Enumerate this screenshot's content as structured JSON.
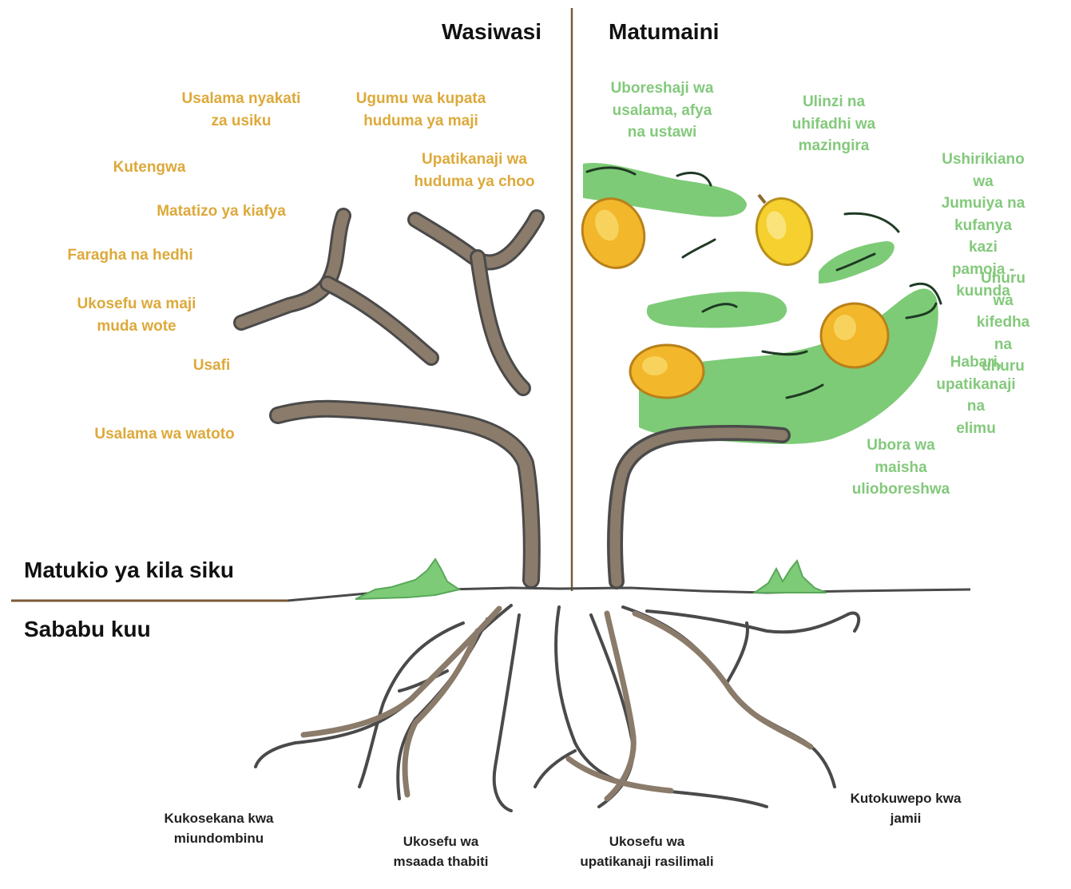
{
  "headings": {
    "worries": "Wasiwasi",
    "hopes": "Matumaini",
    "daily_events": "Matukio ya kila siku",
    "root_causes": "Sababu kuu"
  },
  "worries": [
    "Usalama nyakati\nza usiku",
    "Ugumu wa kupata\nhuduma ya maji",
    "Kutengwa",
    "Upatikanaji wa\nhuduma ya choo",
    "Matatizo ya kiafya",
    "Faragha na hedhi",
    "Ukosefu wa maji\nmuda wote",
    "Usafi",
    "Usalama wa watoto"
  ],
  "hopes": [
    "Uboreshaji wa\nusalama, afya\nna ustawi",
    "Ulinzi na\nuhifadhi wa\nmazingira",
    "Ushirikiano wa\nJumuiya na\nkufanya kazi\npamoja - kuunda",
    "Uhuru wa\nkifedha na\nuhuru",
    "Habari,\nupatikanaji na\nelimu",
    "Ubora wa\nmaisha\nulioboreshwa"
  ],
  "root_causes": [
    "Kukosekana kwa\nmiundombinu",
    "Ukosefu wa\nmsaada thabiti",
    "Ukosefu wa\nupatikanaji rasilimali",
    "Kutokuwepo kwa\njamii"
  ],
  "colors": {
    "worry_text": "#DDA93A",
    "hope_text": "#84C97C",
    "branch": "#8B7B6A",
    "outline": "#4A4A4A",
    "leaf": "#7DCB77",
    "fruit": "#F2B72B",
    "divider": "#7A5A3A"
  }
}
